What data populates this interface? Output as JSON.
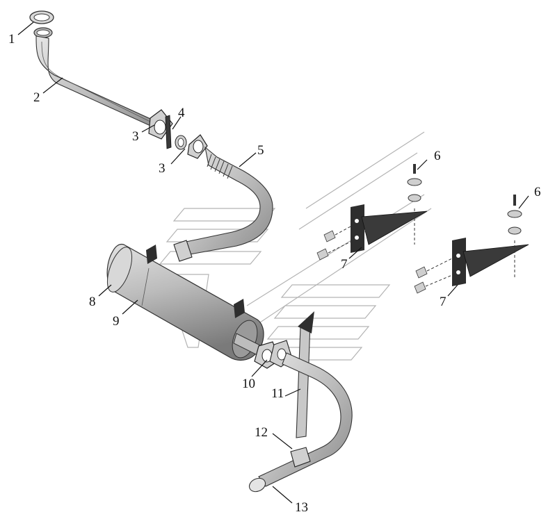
{
  "callouts": [
    "1",
    "2",
    "3",
    "3",
    "4",
    "5",
    "6",
    "6",
    "7",
    "7",
    "8",
    "9",
    "10",
    "11",
    "12",
    "13"
  ],
  "colors": {
    "pipe": "#c9c9c9",
    "pipe_shade": "#8d8d8d",
    "bracket": "#2e2e2e",
    "watermark": "#9a9a9a",
    "line": "#111111"
  }
}
